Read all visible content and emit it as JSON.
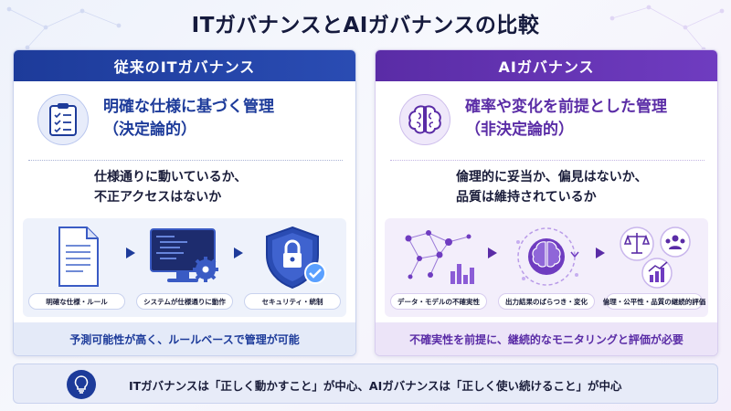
{
  "title": "ITガバナンスとAIガバナンスの比較",
  "it": {
    "header": "従来のITガバナンス",
    "headline_1": "明確な仕様に基づく管理",
    "headline_2": "（決定論的）",
    "question_1": "仕様通りに動いているか、",
    "question_2": "不正アクセスはないか",
    "steps": [
      {
        "label": "明確な仕様・ルール",
        "icon": "document-icon"
      },
      {
        "label": "システムが仕様通りに動作",
        "icon": "monitor-gear-icon"
      },
      {
        "label": "セキュリティ・統制",
        "icon": "shield-lock-icon"
      }
    ],
    "footer": "予測可能性が高く、ルールベースで管理が可能"
  },
  "ai": {
    "header": "AIガバナンス",
    "headline_1": "確率や変化を前提とした管理",
    "headline_2": "（非決定論的）",
    "question_1": "倫理的に妥当か、偏見はないか、",
    "question_2": "品質は維持されているか",
    "steps": [
      {
        "label": "データ・モデルの不確実性",
        "icon": "data-network-icon"
      },
      {
        "label": "出力結果のばらつき・変化",
        "icon": "brain-cycle-icon"
      },
      {
        "label": "倫理・公平性・品質の継続的評価",
        "icon": "scales-people-chart-icon"
      }
    ],
    "footer": "不確実性を前提に、継続的なモニタリングと評価が必要"
  },
  "summary": {
    "text": "ITガバナンスは「正しく動かすこと」が中心、AIガバナンスは「正しく使い続けること」が中心",
    "icon": "lightbulb-icon"
  },
  "colors": {
    "it_primary": "#1d3b9a",
    "ai_primary": "#5a2ca6"
  }
}
